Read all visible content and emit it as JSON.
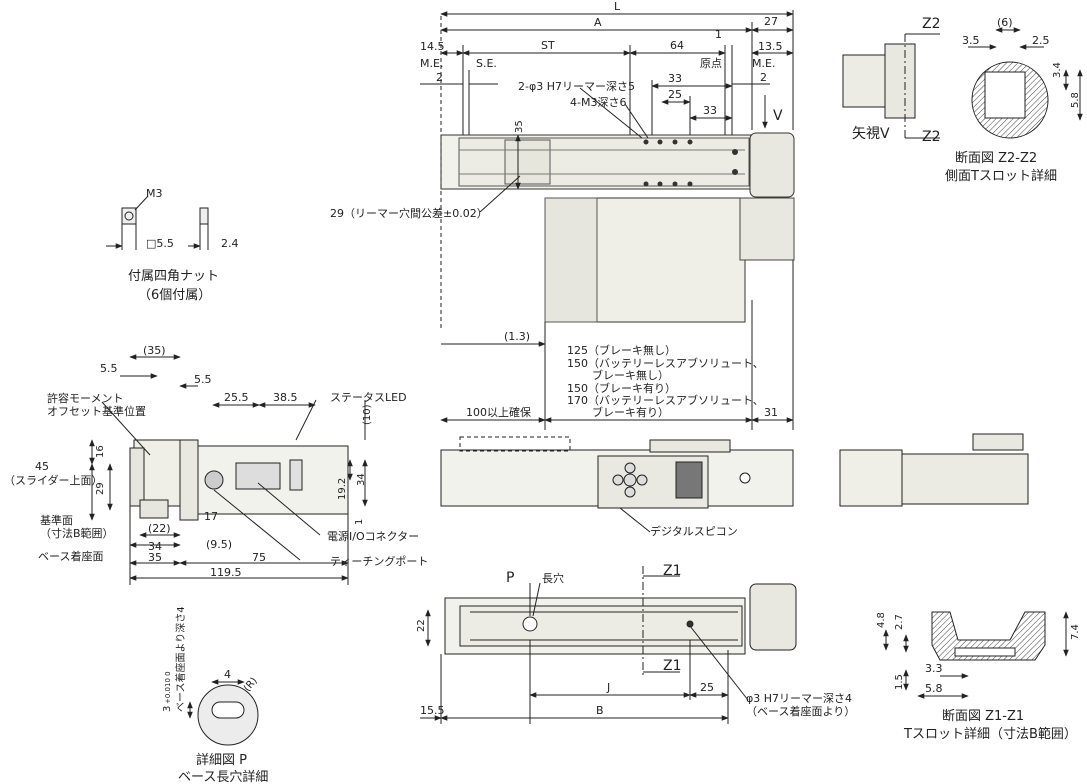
{
  "top_view": {
    "L": "L",
    "A": "A",
    "d27": "27",
    "d14_5": "14.5",
    "ST": "ST",
    "d64": "64",
    "d1": "1",
    "d13_5": "13.5",
    "me_left": "M.E.",
    "se": "S.E.",
    "genten": "原点",
    "me_right": "M.E.",
    "d2_left": "2",
    "d2_right": "2",
    "reamer": "2-φ3 H7リーマー深さ5",
    "d33a": "33",
    "d25": "25",
    "tap": "4-M3深さ6",
    "d33b": "33",
    "arrow_v": "V",
    "d35": "35",
    "tolerance": "29（リーマー穴間公差±0.02）",
    "d1_3": "(1.3)",
    "len_lines": [
      "125（ブレーキ無し）",
      "150（バッテリーレスアブソリュート、",
      "ブレーキ無し）",
      "150（ブレーキ有り）",
      "170（バッテリーレスアブソリュート、",
      "ブレーキ有り）"
    ],
    "d100": "100以上確保",
    "d31": "31"
  },
  "nut": {
    "m3": "M3",
    "sq": "□5.5",
    "t": "2.4",
    "caption1": "付属四角ナット",
    "caption2": "（6個付属）"
  },
  "view_v": {
    "z2a": "Z2",
    "z2b": "Z2",
    "caption": "矢視V"
  },
  "section_z2": {
    "d6": "(6)",
    "d3_5": "3.5",
    "d2_5": "2.5",
    "d3_4": "3.4",
    "d5_8": "5.8",
    "caption1": "断面図 Z2-Z2",
    "caption2": "側面Tスロット詳細"
  },
  "end_view": {
    "d35p": "(35)",
    "d5_5a": "5.5",
    "d5_5b": "5.5",
    "d25_5": "25.5",
    "d38_5": "38.5",
    "status_led": "ステータスLED",
    "moment1": "許容モーメント",
    "moment2": "オフセット基準位置",
    "d10": "(10)",
    "d16": "16",
    "d45": "45",
    "slider_top": "（スライダー上面）",
    "d29": "29",
    "d19_2": "19.2",
    "d34v": "34",
    "d1v": "1",
    "d17": "17",
    "ref1": "基準面",
    "ref2": "（寸法B範囲）",
    "d22": "(22)",
    "d34h": "34",
    "base_face": "ベース着座面",
    "d9_5": "(9.5)",
    "d35h": "35",
    "d75": "75",
    "d119_5": "119.5",
    "power_io": "電源I/Oコネクター",
    "teaching": "ティーチングポート"
  },
  "side_view": {
    "pcon": "デジタルスピコン"
  },
  "bottom_view": {
    "z1a": "Z1",
    "z1b": "Z1",
    "p": "P",
    "slot": "長穴",
    "d22": "22",
    "j": "J",
    "d25": "25",
    "b": "B",
    "d15_5": "15.5",
    "reamer1": "φ3 H7リーマー深さ4",
    "reamer2": "（ベース着座面より）"
  },
  "detail_p": {
    "depth": "ベース着座面より深さ4",
    "d3": "3",
    "tol": "+0.010 0",
    "d4": "4",
    "r": "(R)",
    "caption1": "詳細図 P",
    "caption2": "ベース長穴詳細"
  },
  "section_z1": {
    "d4_8": "4.8",
    "d2_7": "2.7",
    "d7_4": "7.4",
    "d3_3": "3.3",
    "d1_5": "1.5",
    "d5_8": "5.8",
    "caption1": "断面図 Z1-Z1",
    "caption2": "Tスロット詳細（寸法B範囲）"
  }
}
